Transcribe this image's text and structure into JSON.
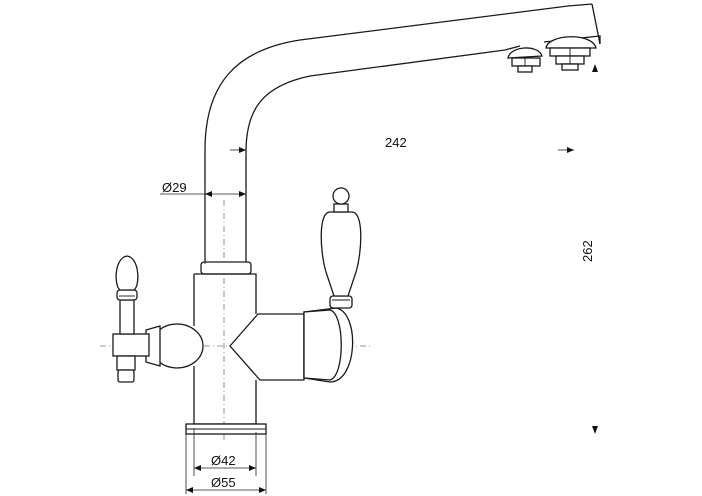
{
  "dimensions": {
    "spout_reach": "242",
    "height": "262",
    "spout_diameter": "Ø29",
    "body_diameter": "Ø42",
    "base_diameter": "Ø55"
  }
}
